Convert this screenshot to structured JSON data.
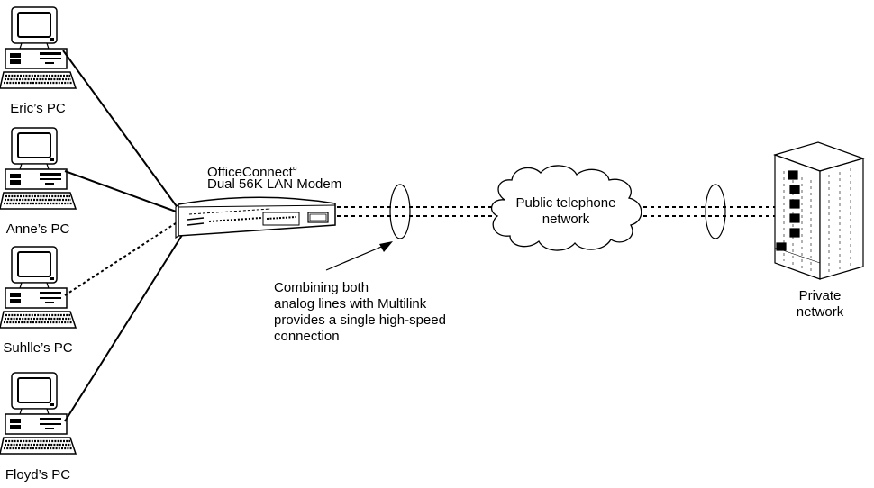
{
  "pcs": [
    {
      "label": "Eric’s PC"
    },
    {
      "label": "Anne’s PC"
    },
    {
      "label": "Suhlle’s PC"
    },
    {
      "label": "Floyd’s PC"
    }
  ],
  "modem": {
    "line1": "OfficeConnect",
    "mark": "¤",
    "line2": "Dual 56K LAN Modem"
  },
  "cloud": {
    "line1": "Public telephone",
    "line2": "network"
  },
  "annotation": {
    "line1": "Combining both",
    "line2": "analog lines with Multilink",
    "line3": "provides a single high-speed",
    "line4": "connection"
  },
  "private_network": {
    "line1": "Private",
    "line2": "network"
  },
  "icons": [
    "pc-icon",
    "lan-modem-icon",
    "telephone-network-cloud-icon",
    "building-icon"
  ]
}
